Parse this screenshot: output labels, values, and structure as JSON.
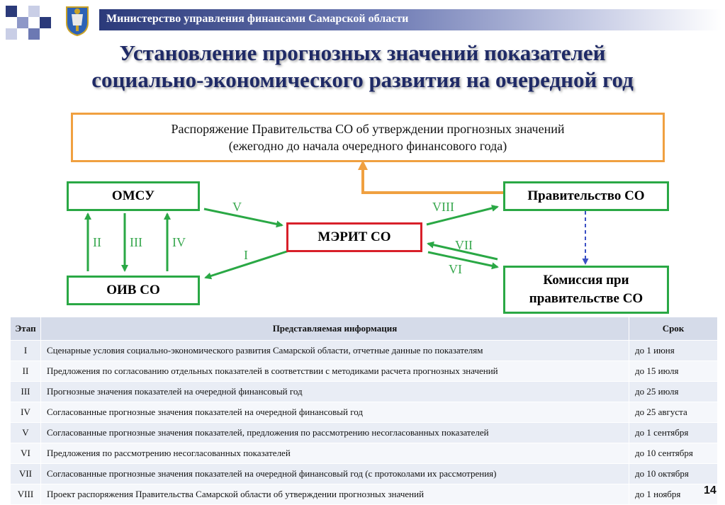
{
  "header": {
    "org": "Министерство управления финансами Самарской области"
  },
  "title": {
    "line1": "Установление прогнозных значений показателей",
    "line2": "социально-экономического развития на очередной год"
  },
  "decree": {
    "line1": "Распоряжение Правительства СО об утверждении прогнозных значений",
    "line2": "(ежегодно до начала очередного финансового года)"
  },
  "nodes": {
    "omsu": "ОМСУ",
    "oiv": "ОИВ СО",
    "merit": "МЭРИТ СО",
    "gov": "Правительство СО",
    "commission_line1": "Комиссия при",
    "commission_line2": "правительстве СО"
  },
  "edges": {
    "i": "I",
    "ii": "II",
    "iii": "III",
    "iv": "IV",
    "v": "V",
    "vi": "VI",
    "vii": "VII",
    "viii": "VIII"
  },
  "colors": {
    "green": "#2aa845",
    "orange": "#f0a040",
    "red": "#d8202a",
    "navy": "#1f2a66",
    "dashed": "#3a4fc4"
  },
  "table": {
    "headers": [
      "Этап",
      "Представляемая информация",
      "Срок"
    ],
    "rows": [
      [
        "I",
        "Сценарные условия социально-экономического развития Самарской области, отчетные данные по показателям",
        "до 1 июня"
      ],
      [
        "II",
        "Предложения по согласованию отдельных показателей в соответствии с методиками расчета прогнозных значений",
        "до 15 июля"
      ],
      [
        "III",
        "Прогнозные значения показателей на очередной финансовый год",
        "до 25 июля"
      ],
      [
        "IV",
        "Согласованные прогнозные значения показателей на очередной финансовый год",
        "до 25 августа"
      ],
      [
        "V",
        "Согласованные прогнозные значения показателей, предложения по рассмотрению несогласованных показателей",
        "до 1 сентября"
      ],
      [
        "VI",
        "Предложения по рассмотрению несогласованных показателей",
        "до 10 сентября"
      ],
      [
        "VII",
        "Согласованные прогнозные значения показателей на очередной финансовый год (с протоколами их рассмотрения)",
        "до 10 октября"
      ],
      [
        "VIII",
        "Проект распоряжения Правительства Самарской области об утверждении прогнозных значений",
        "до 1 ноября"
      ]
    ]
  },
  "page_number": "14"
}
